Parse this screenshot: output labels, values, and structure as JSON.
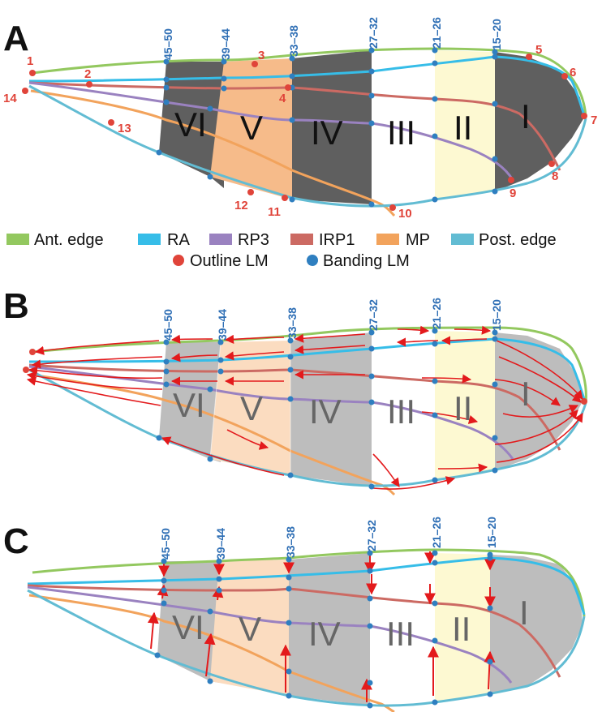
{
  "panels": [
    "A",
    "B",
    "C"
  ],
  "band_numbers": [
    "45–50",
    "39–44",
    "33–38",
    "27–32",
    "21–26",
    "15–20"
  ],
  "band_romans": [
    "VI",
    "V",
    "IV",
    "III",
    "II",
    "I"
  ],
  "outline_landmarks": [
    "1",
    "2",
    "3",
    "4",
    "5",
    "6",
    "7",
    "8",
    "9",
    "10",
    "11",
    "12",
    "13",
    "14"
  ],
  "legend": {
    "ant_edge": "Ant. edge",
    "ra": "RA",
    "rp3": "RP3",
    "irp1": "IRP1",
    "mp": "MP",
    "post_edge": "Post. edge",
    "outline_lm": "Outline LM",
    "banding_lm": "Banding LM"
  },
  "colors": {
    "ant_edge": "#93c85f",
    "ra": "#36bde8",
    "rp3": "#9a82c0",
    "irp1": "#cc6a63",
    "mp": "#f2a35c",
    "post_edge": "#62bcd3",
    "outline_lm": "#e0443a",
    "banding_lm": "#2f7fc0",
    "dark_band": "#5f5f5f",
    "light_gray_band": "#bdbdbd",
    "orange_band": "#f6bb8a",
    "light_orange_band": "#fbdcc0",
    "cream_band": "#fdf9d2",
    "arrow": "#e31a1c"
  }
}
